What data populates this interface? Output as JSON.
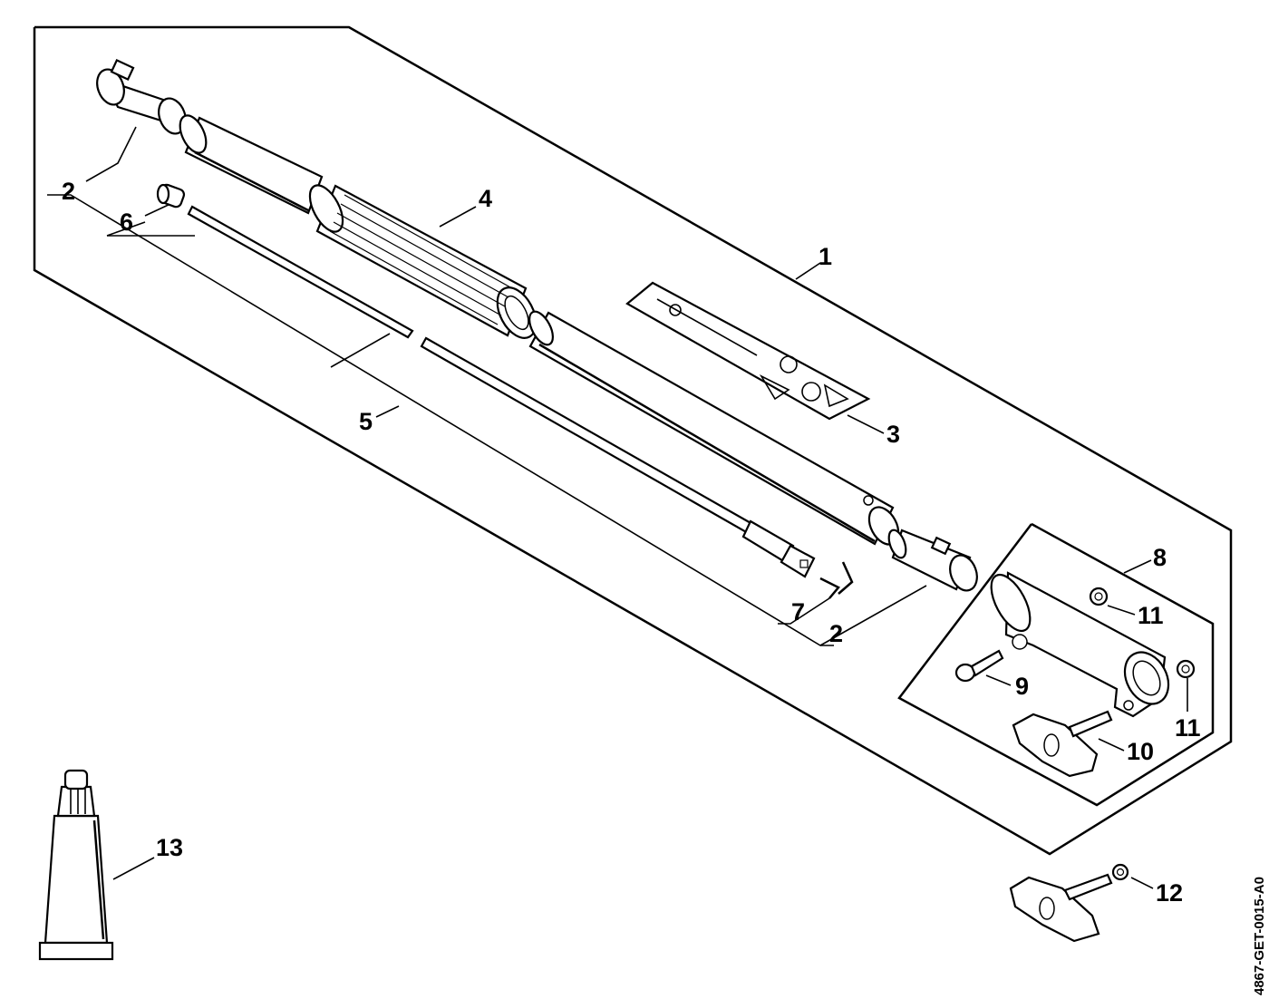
{
  "callouts": {
    "c1": "1",
    "c2a": "2",
    "c2b": "2",
    "c3": "3",
    "c4": "4",
    "c5": "5",
    "c6": "6",
    "c7": "7",
    "c8": "8",
    "c9": "9",
    "c10": "10",
    "c11a": "11",
    "c11b": "11",
    "c12": "12",
    "c13": "13"
  },
  "drawing_reference": "4867-GET-0015-A0"
}
